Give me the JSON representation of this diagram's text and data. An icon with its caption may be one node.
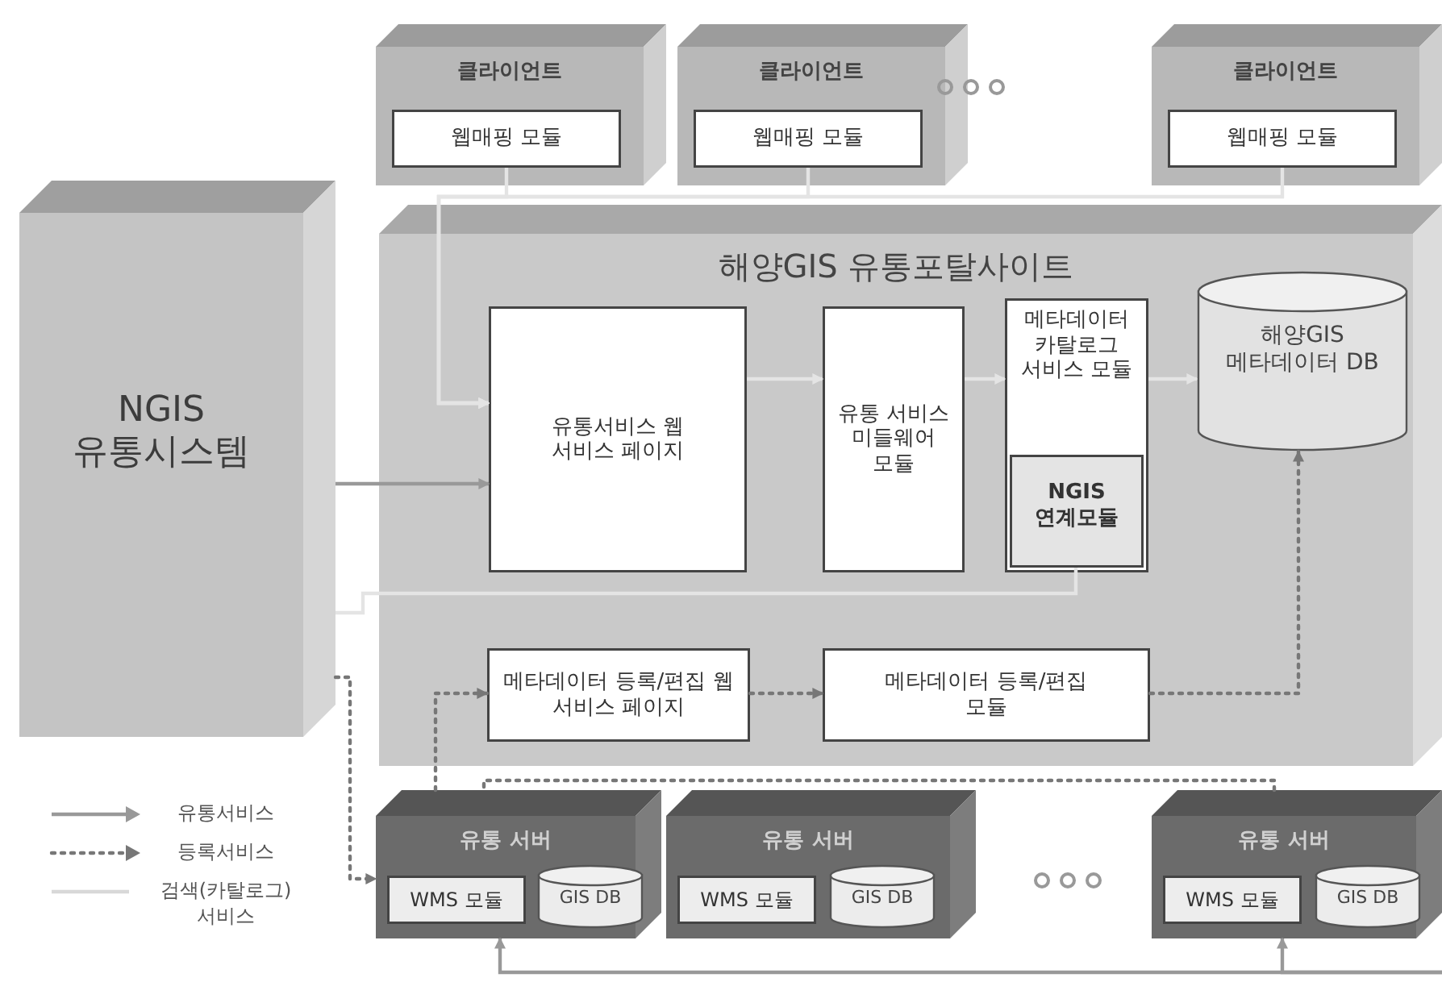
{
  "diagram": {
    "nodes": [
      {
        "text": [
          "클라이언트"
        ]
      },
      {
        "text": [
          "웹매핑 모듈"
        ],
        "in": 0
      },
      {
        "text": [
          "클라이언트"
        ]
      },
      {
        "text": [
          "웹매핑 모듈"
        ],
        "in": 2
      },
      {
        "text": [
          "클라이언트"
        ]
      },
      {
        "text": [
          "웹매핑 모듈"
        ],
        "in": 4
      },
      {
        "text": [
          "NGIS 유통시스템"
        ]
      },
      {
        "text": [
          "해양GIS 유통포탈사이트"
        ]
      },
      {
        "text": [
          "유통서비스 웹 서비스 페이지"
        ],
        "in": 7
      },
      {
        "text": [
          "유통 서비스 미들웨어 모듈"
        ],
        "in": 7
      },
      {
        "text": [
          "메타데이터 카탈로그 서비스 모듈"
        ],
        "in": 7
      },
      {
        "text": [
          "NGIS 연계모듈"
        ],
        "in": 10
      },
      {
        "text": [
          "해양GIS 메타데이터 DB"
        ],
        "in": 7
      },
      {
        "text": [
          "메타데이터 등록/편집 웹 서비스 페이지"
        ],
        "in": 7
      },
      {
        "text": [
          "메타데이터 등록/편집 모듈"
        ],
        "in": 7
      },
      {
        "text": [
          "유통 서버"
        ]
      },
      {
        "text": [
          "WMS 모듈"
        ],
        "in": 15
      },
      {
        "text": [
          "GIS DB"
        ],
        "in": 15
      },
      {
        "text": [
          "유통 서버"
        ]
      },
      {
        "text": [
          "WMS 모듈"
        ],
        "in": 18
      },
      {
        "text": [
          "GIS DB"
        ],
        "in": 18
      },
      {
        "text": [
          "유통 서버"
        ]
      },
      {
        "text": [
          "WMS 모듈"
        ],
        "in": 21
      },
      {
        "text": [
          "GIS DB"
        ],
        "in": 21
      }
    ],
    "edges": [
      {
        "from": 1,
        "to": 8,
        "arrow": "to"
      },
      {
        "from": 3,
        "to": 8,
        "arrow": "to"
      },
      {
        "from": 5,
        "to": 8,
        "arrow": "to"
      },
      {
        "from": 8,
        "to": 9,
        "arrow": "to"
      },
      {
        "from": 9,
        "to": 10,
        "arrow": "to"
      },
      {
        "from": 10,
        "to": 12,
        "arrow": "to"
      },
      {
        "from": 6,
        "to": 8,
        "arrow": "to",
        "color": "#999999"
      },
      {
        "from": 11,
        "to": 6,
        "arrow": "none"
      },
      {
        "from": 6,
        "to": 15,
        "arrow": "to",
        "style": "dashed",
        "color": "#777777"
      },
      {
        "from": 15,
        "to": 13,
        "arrow": "to",
        "style": "dashed",
        "color": "#777777"
      },
      {
        "from": 13,
        "to": 14,
        "arrow": "to",
        "style": "dashed",
        "color": "#777777"
      },
      {
        "from": 14,
        "to": 12,
        "arrow": "to",
        "style": "dashed",
        "color": "#777777"
      },
      {
        "from": 21,
        "to": 15,
        "arrow": "none",
        "style": "dashed",
        "color": "#777777"
      },
      {
        "from": null,
        "to": 15,
        "arrow": "to",
        "color": "#999999"
      },
      {
        "from": null,
        "to": 21,
        "arrow": "to",
        "color": "#999999"
      }
    ],
    "legend": [
      {
        "text": "유통서비스"
      },
      {
        "text": "등록서비스"
      },
      {
        "text": "검색(카탈로그) 서비스"
      }
    ]
  }
}
